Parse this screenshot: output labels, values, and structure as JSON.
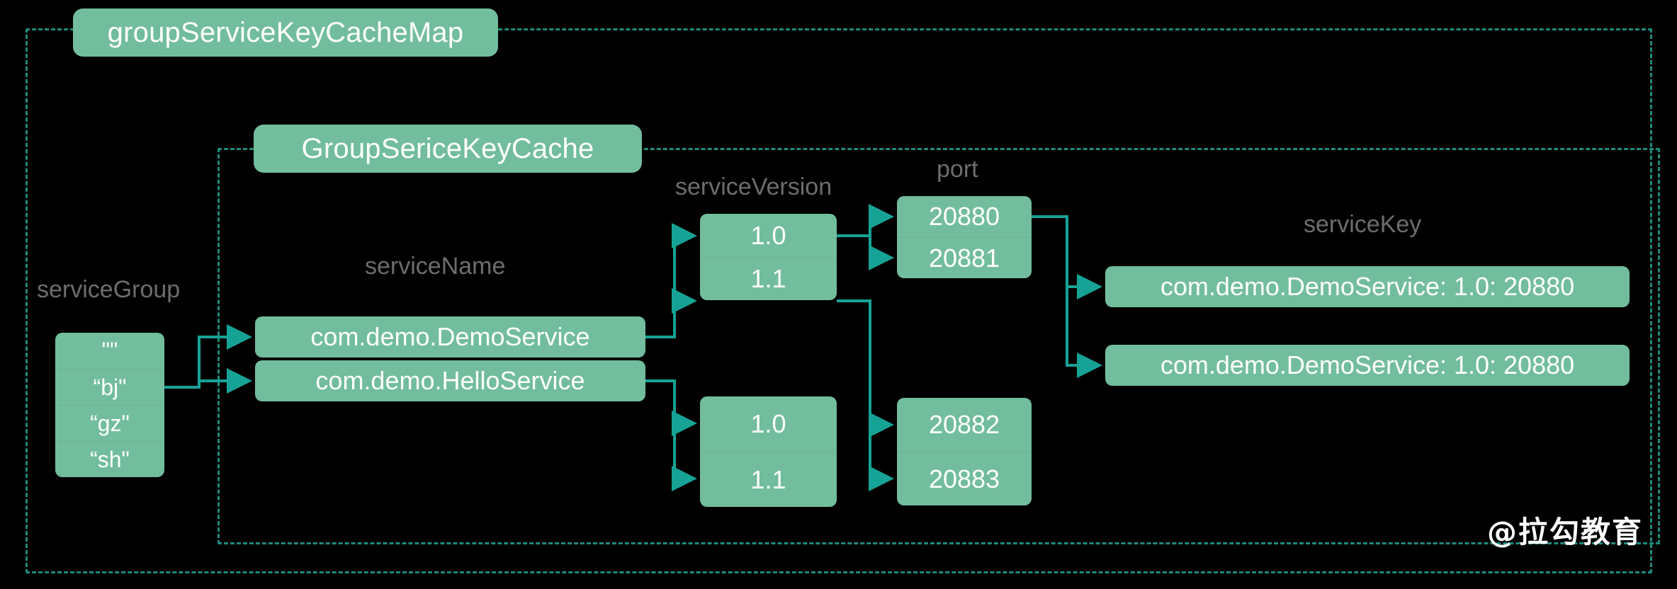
{
  "diagram": {
    "title_pills": {
      "map": "groupServiceKeyCacheMap",
      "cache": "GroupSericeKeyCache"
    },
    "column_labels": {
      "service_group": "serviceGroup",
      "service_name": "serviceName",
      "service_version": "serviceVersion",
      "port": "port",
      "service_key": "serviceKey"
    },
    "service_group_values": [
      "\"\"",
      "“bj\"",
      "“gz\"",
      "“sh\""
    ],
    "service_names": [
      "com.demo.DemoService",
      "com.demo.HelloService"
    ],
    "service_versions_top": [
      "1.0",
      "1.1"
    ],
    "service_versions_bottom": [
      "1.0",
      "1.1"
    ],
    "ports_top": [
      "20880",
      "20881"
    ],
    "ports_bottom": [
      "20882",
      "20883"
    ],
    "service_keys": [
      "com.demo.DemoService: 1.0: 20880",
      "com.demo.DemoService: 1.0: 20880"
    ],
    "watermark": "@拉勾教育",
    "colors": {
      "background": "#000000",
      "box_fill": "#72bd9d",
      "box_text": "#ffffff",
      "label_text": "#6d6d6d",
      "connector": "#16a396",
      "dashed_border": "#1f8a7d"
    }
  }
}
